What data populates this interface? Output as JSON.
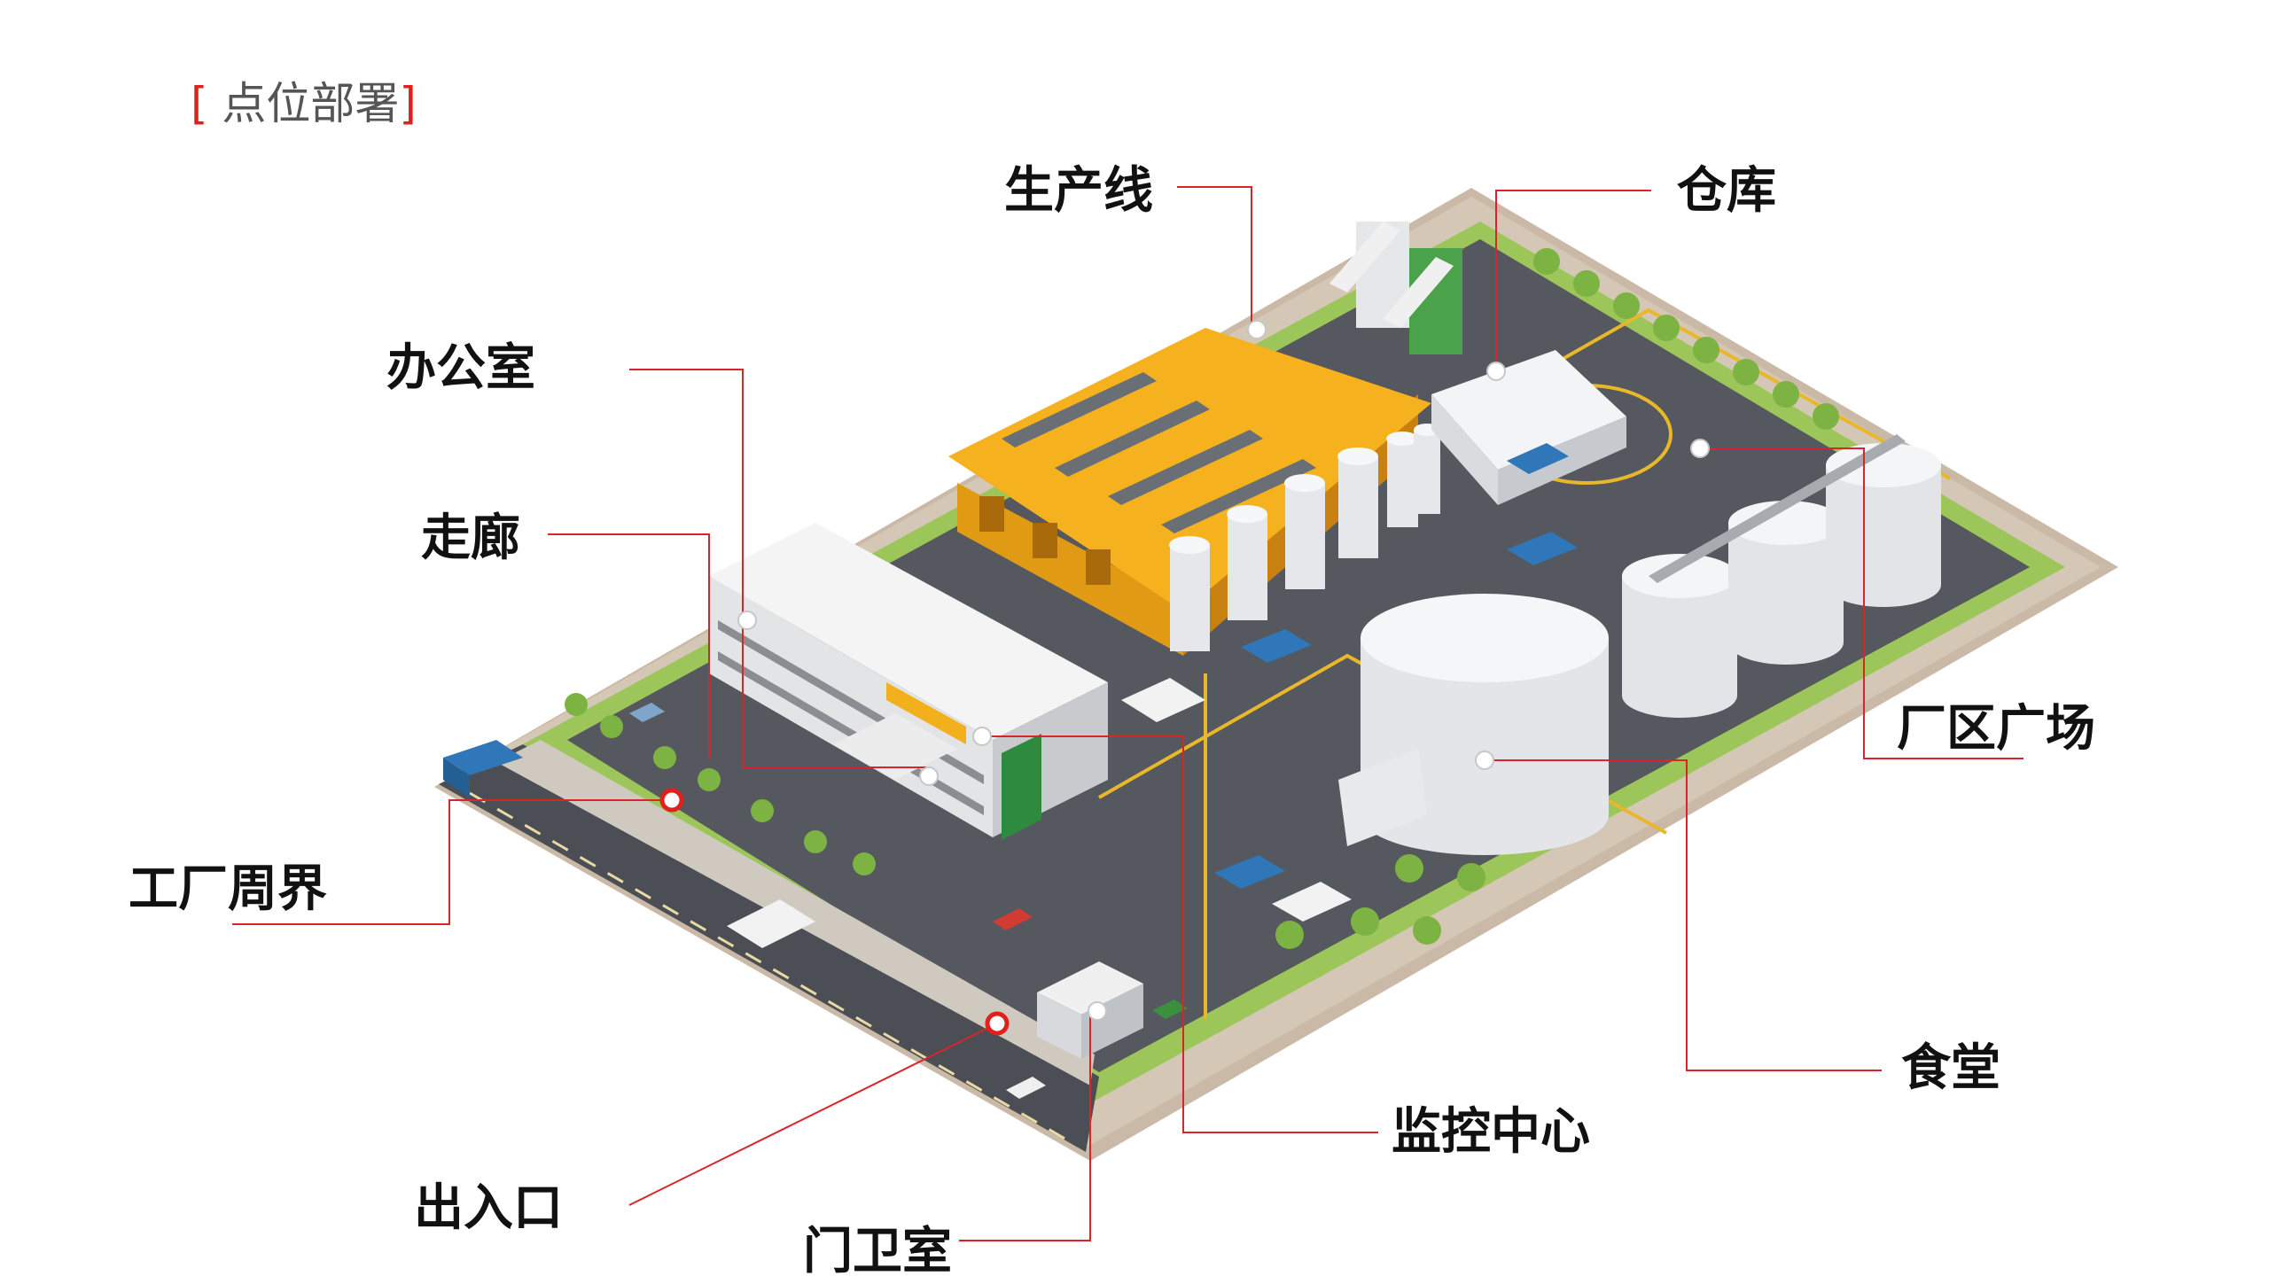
{
  "title": {
    "bracket_open": "[",
    "text": "点位部署",
    "bracket_close": "]"
  },
  "labels": {
    "production_line": "生产线",
    "warehouse": "仓库",
    "office": "办公室",
    "corridor": "走廊",
    "plaza": "厂区广场",
    "perimeter": "工厂周界",
    "canteen": "食堂",
    "monitoring_center": "监控中心",
    "entrance": "出入口",
    "guard_room": "门卫室"
  },
  "colors": {
    "accent": "#e0211b",
    "leader_line": "#d9242a",
    "label_text": "#111111",
    "title_text": "#555555",
    "roof": "#f5b21e",
    "road": "#55585e",
    "grass": "#9cc55a",
    "tank": "#eceef0",
    "truck": "#2f77b8",
    "tree": "#7cb342"
  }
}
